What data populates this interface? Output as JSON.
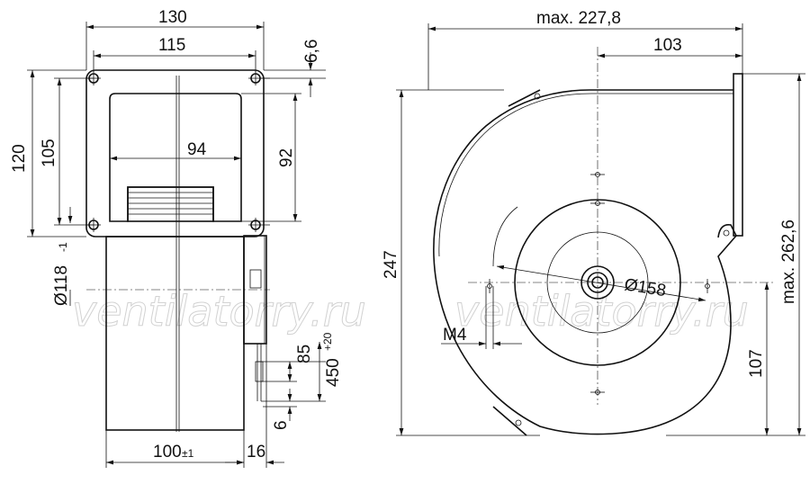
{
  "watermark": "ventilatorry.ru",
  "front_view": {
    "width_outer": "130",
    "hole_spacing_horizontal": "115",
    "hole_offset": "6,6",
    "height_outer": "120",
    "hole_spacing_vertical": "105",
    "outlet_width": "94",
    "outlet_height": "92",
    "diameter_label": "Ø118",
    "diameter_tolerance": "-1",
    "depth_label": "100",
    "depth_tolerance": "±1",
    "flange_depth": "16",
    "cable_offset": "85",
    "cable_length": "450",
    "cable_tolerance": "+20",
    "cable_strip": "6"
  },
  "side_view": {
    "max_width": "max. 227,8",
    "axis_offset": "103",
    "total_height": "247",
    "max_height": "max. 262,6",
    "impeller_diameter": "Ø158",
    "thread": "M4",
    "axis_height": "107"
  },
  "colors": {
    "line": "#111111",
    "watermark": "#d2d2d2",
    "background": "#ffffff"
  }
}
